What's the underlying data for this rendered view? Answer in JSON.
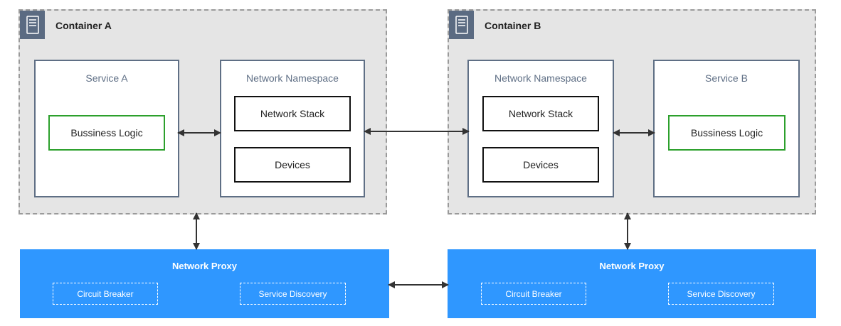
{
  "container_a": {
    "title": "Container A",
    "icon": "server-icon",
    "service": {
      "title": "Service A",
      "logic_label": "Bussiness Logic"
    },
    "namespace": {
      "title": "Network Namespace",
      "stack_label": "Network Stack",
      "devices_label": "Devices"
    }
  },
  "container_b": {
    "title": "Container B",
    "icon": "server-icon",
    "service": {
      "title": "Service B",
      "logic_label": "Bussiness Logic"
    },
    "namespace": {
      "title": "Network Namespace",
      "stack_label": "Network Stack",
      "devices_label": "Devices"
    }
  },
  "proxy_a": {
    "title": "Network Proxy",
    "circuit_breaker_label": "Circuit Breaker",
    "service_discovery_label": "Service Discovery"
  },
  "proxy_b": {
    "title": "Network Proxy",
    "circuit_breaker_label": "Circuit Breaker",
    "service_discovery_label": "Service Discovery"
  },
  "colors": {
    "container_bg": "#e5e5e5",
    "panel_border": "#5f6f85",
    "logic_border": "#2ca02c",
    "proxy_bg": "#2f97ff",
    "arrow": "#333333"
  }
}
